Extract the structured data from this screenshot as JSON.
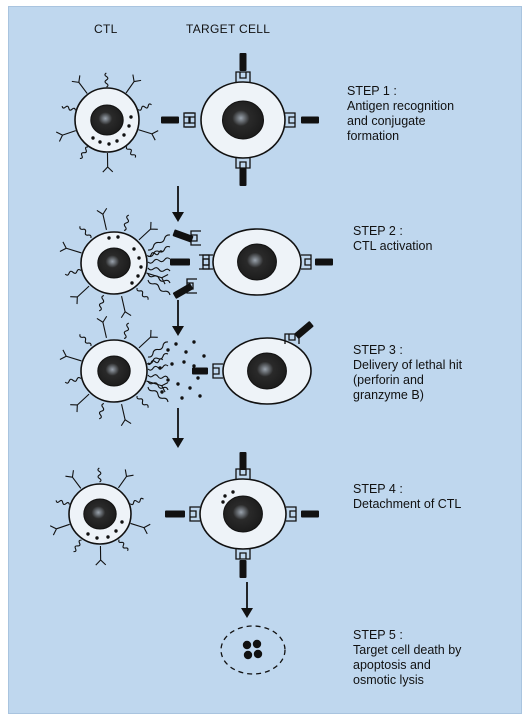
{
  "headers": {
    "ctl": "CTL",
    "target": "TARGET CELL"
  },
  "steps": [
    {
      "title": "STEP 1 :",
      "text": "Antigen recognition\nand conjugate\nformation"
    },
    {
      "title": "STEP 2 :",
      "text": "CTL activation"
    },
    {
      "title": "STEP 3 :",
      "text": "Delivery of lethal hit\n(perforin and\n granzyme B)"
    },
    {
      "title": "STEP 4 :",
      "text": "Detachment of CTL"
    },
    {
      "title": "STEP 5 :",
      "text": "Target cell death by\napoptosis and\nosmotic lysis"
    }
  ],
  "colors": {
    "background": "#bfd7ee",
    "ink": "#111111",
    "cell_fill": "#eef3f8",
    "nucleus": "#1a1a1a"
  }
}
